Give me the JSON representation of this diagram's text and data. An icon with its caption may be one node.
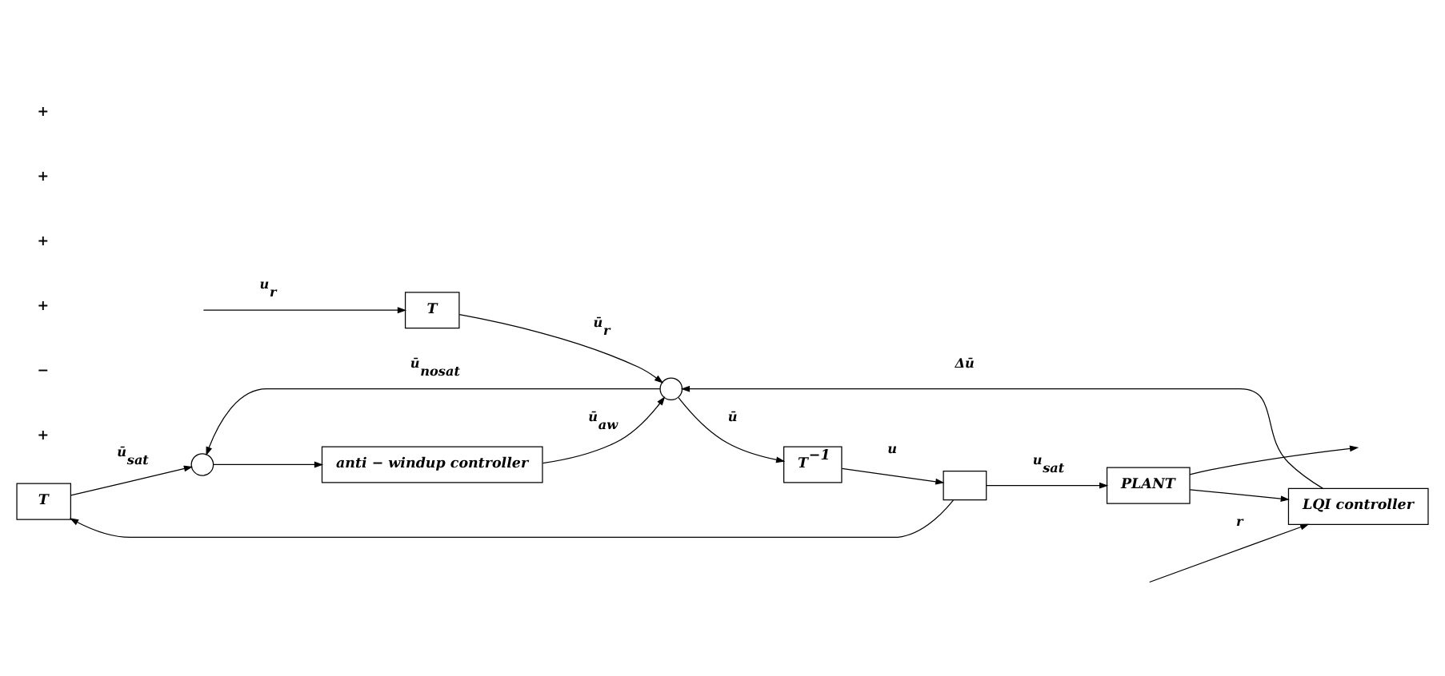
{
  "diagram": {
    "nodes": [
      {
        "text": [
          "T"
        ]
      },
      {
        "text": [],
        "shape": "circle"
      },
      {
        "text": [
          "anti − windup controller"
        ]
      },
      {
        "text": [
          "T"
        ]
      },
      {
        "text": [],
        "shape": "circle"
      },
      {
        "text": [
          "T$^{−1}$"
        ]
      },
      {
        "text": [],
        "shape": "box"
      },
      {
        "text": [
          "PLANT"
        ]
      },
      {
        "text": [
          "LQI controller"
        ]
      }
    ],
    "edges": [
      {
        "from": null,
        "to": 3,
        "arrow": "to",
        "label": "u$_{r}$"
      },
      {
        "from": 3,
        "to": 4,
        "arrow": "to",
        "label": "ū$_{r}$"
      },
      {
        "from": 4,
        "to": 5,
        "arrow": "to",
        "label": "ū"
      },
      {
        "from": 4,
        "to": 1,
        "arrow": "to",
        "label": "ū$_{nosat}$"
      },
      {
        "from": 5,
        "to": 6,
        "arrow": "to",
        "label": "u"
      },
      {
        "from": 6,
        "to": 7,
        "arrow": "to",
        "label": "u$_{sat}$"
      },
      {
        "from": 6,
        "to": 0,
        "arrow": "to"
      },
      {
        "from": 0,
        "to": 1,
        "arrow": "to",
        "label": "ū$_{sat}$"
      },
      {
        "from": 1,
        "to": 2,
        "arrow": "to"
      },
      {
        "from": 2,
        "to": 4,
        "arrow": "to",
        "label": "ū$_{aw}$"
      },
      {
        "from": 7,
        "to": null,
        "arrow": "to"
      },
      {
        "from": 7,
        "to": 8,
        "arrow": "to"
      },
      {
        "from": null,
        "to": 8,
        "arrow": "to",
        "label": "r"
      },
      {
        "from": 8,
        "to": 4,
        "arrow": "to",
        "label": "Δū"
      }
    ],
    "labels": [
      "+",
      "−",
      "+",
      "+",
      "+",
      "+"
    ]
  }
}
